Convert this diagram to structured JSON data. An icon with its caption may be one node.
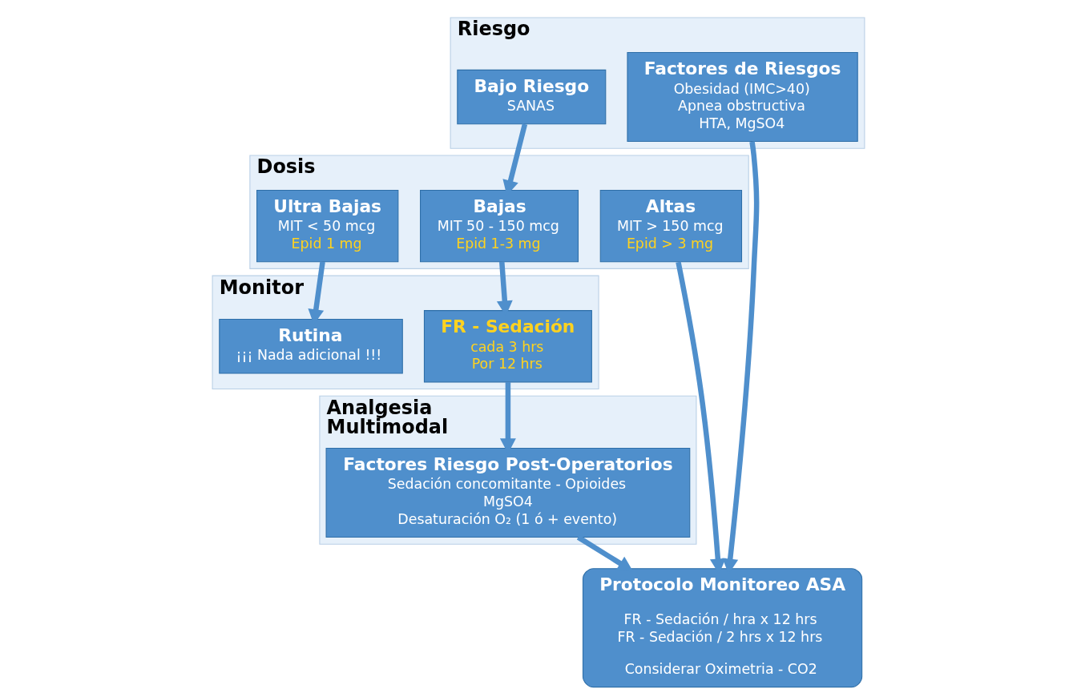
{
  "diagram": {
    "nodes": [
      {
        "text": [
          "Riesgo"
        ]
      },
      {
        "text": [
          "Bajo Riesgo",
          "SANAS"
        ],
        "in": 0
      },
      {
        "text": [
          "Factores de Riesgos",
          "Obesidad (IMC>40)",
          "Apnea obstructiva",
          "HTA, MgSO4"
        ],
        "in": 0
      },
      {
        "text": [
          "Dosis"
        ]
      },
      {
        "text": [
          "Ultra Bajas",
          "MIT < 50 mcg",
          "Epid 1 mg"
        ],
        "in": 3
      },
      {
        "text": [
          "Bajas",
          "MIT 50 - 150 mcg",
          "Epid 1-3 mg"
        ],
        "in": 3
      },
      {
        "text": [
          "Altas",
          "MIT > 150 mcg",
          "Epid > 3 mg"
        ],
        "in": 3
      },
      {
        "text": [
          "Monitor"
        ]
      },
      {
        "text": [
          "Rutina",
          "¡¡¡ Nada adicional !!!"
        ],
        "in": 7
      },
      {
        "text": [
          "FR - Sedación",
          "cada 3 hrs",
          "Por 12 hrs"
        ],
        "in": 7
      },
      {
        "text": [
          "Analgesia Multimodal"
        ]
      },
      {
        "text": [
          "Factores Riesgo Post-Operatorios",
          "Sedación concomitante - Opioides",
          "MgSO4",
          "Desaturación O₂ (1 ó + evento)"
        ],
        "in": 10
      },
      {
        "text": [
          "Protocolo Monitoreo ASA",
          "FR - Sedación / hra x 12 hrs",
          "FR - Sedación / 2 hrs x 12 hrs",
          "Considerar Oximetria - CO2"
        ]
      }
    ],
    "edges": [
      {
        "from": 1,
        "to": 5,
        "arrow": "to"
      },
      {
        "from": 2,
        "to": 12,
        "arrow": "to"
      },
      {
        "from": 6,
        "to": 12,
        "arrow": "to"
      },
      {
        "from": 4,
        "to": 8,
        "arrow": "to"
      },
      {
        "from": 5,
        "to": 9,
        "arrow": "to"
      },
      {
        "from": 9,
        "to": 11,
        "arrow": "to"
      },
      {
        "from": 11,
        "to": 12,
        "arrow": "to"
      }
    ]
  }
}
